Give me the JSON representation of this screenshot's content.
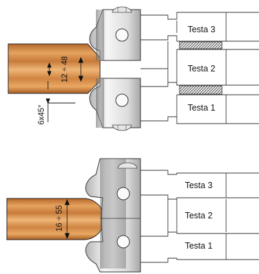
{
  "diagram_top": {
    "heads": [
      "Testa 3",
      "Testa 2",
      "Testa 1"
    ],
    "thickness_range": "12 ÷ 48",
    "chamfer": "6x45°"
  },
  "diagram_bottom": {
    "heads": [
      "Testa 3",
      "Testa 2",
      "Testa 1"
    ],
    "thickness_range": "16 ÷ 55"
  },
  "colors": {
    "wood_light": "#f2bd7e",
    "wood_mid": "#d48a45",
    "wood_dark": "#a35b22",
    "steel_light": "#f4f4f4",
    "steel_dark": "#9a9a9a",
    "insert_dark": "#6e6e6e",
    "line": "#222222"
  }
}
